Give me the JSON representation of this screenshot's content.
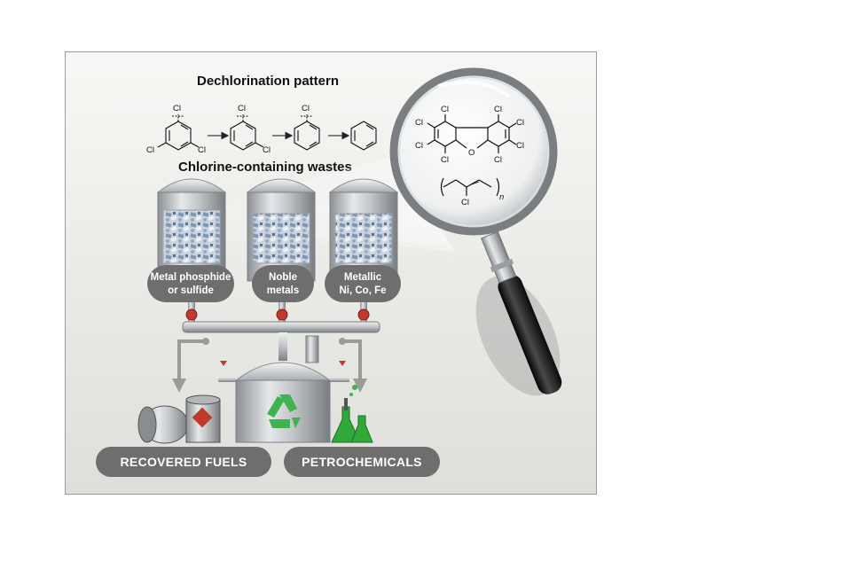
{
  "figure": {
    "title_top": "Dechlorination pattern",
    "title_mid": "Chlorine-containing wastes",
    "atom_cl": "Cl",
    "atom_o": "O",
    "subscript_n": "n",
    "reactors": [
      {
        "line1": "Metal phosphide",
        "line2": "or sulfide"
      },
      {
        "line1": "Noble",
        "line2": "metals"
      },
      {
        "line1": "Metallic",
        "line2": "Ni, Co, Fe"
      }
    ],
    "outputs": {
      "left": "RECOVERED FUELS",
      "right": "PETROCHEMICALS"
    }
  },
  "colors": {
    "background": "#ededeb",
    "pill": "#6e6e6e",
    "valve": "#c0392b",
    "recycle": "#3fb34f",
    "flask": "#2faa3a",
    "handle": "#1a1a1a"
  },
  "icons": [
    "magnifier-icon",
    "recycle-icon",
    "valve-icon",
    "barrel-icon",
    "flask-icon"
  ]
}
